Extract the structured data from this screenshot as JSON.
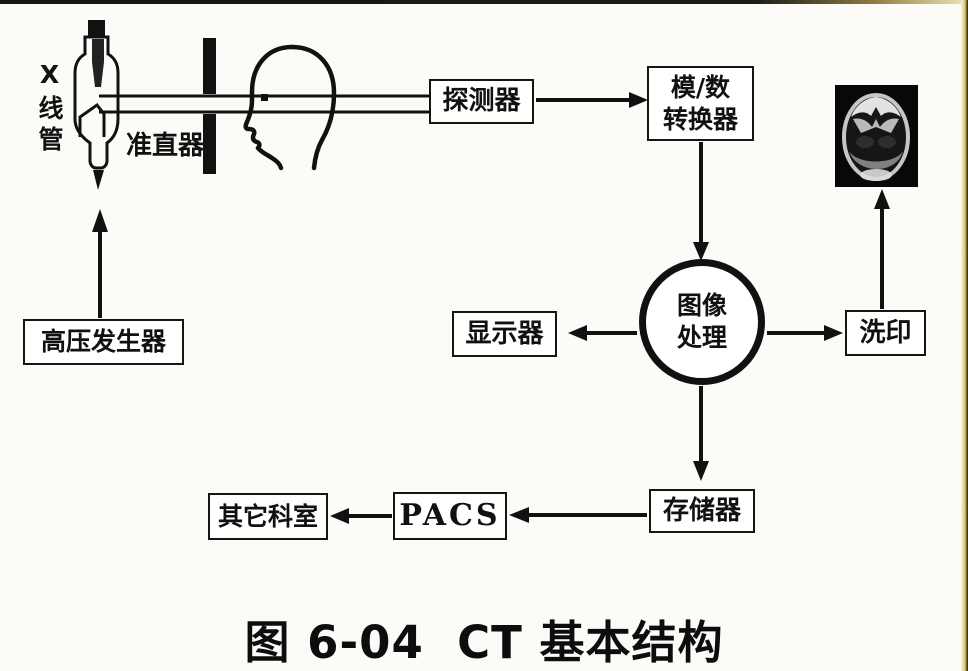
{
  "figure": {
    "caption": "图 6-04  CT 基本结构"
  },
  "labels": {
    "xray_tube": "X线管",
    "collimator": "准直器"
  },
  "nodes": {
    "detector": "探测器",
    "ad_converter_line1": "模/数",
    "ad_converter_line2": "转换器",
    "image_processing_line1": "图像",
    "image_processing_line2": "处理",
    "display": "显示器",
    "print": "洗印",
    "storage": "存储器",
    "pacs": "PACS",
    "other_departments": "其它科室",
    "hv_generator": "高压发生器"
  },
  "colors": {
    "ink": "#111111",
    "background": "#fcfbf7",
    "gold_border": "#e0ca6e"
  }
}
